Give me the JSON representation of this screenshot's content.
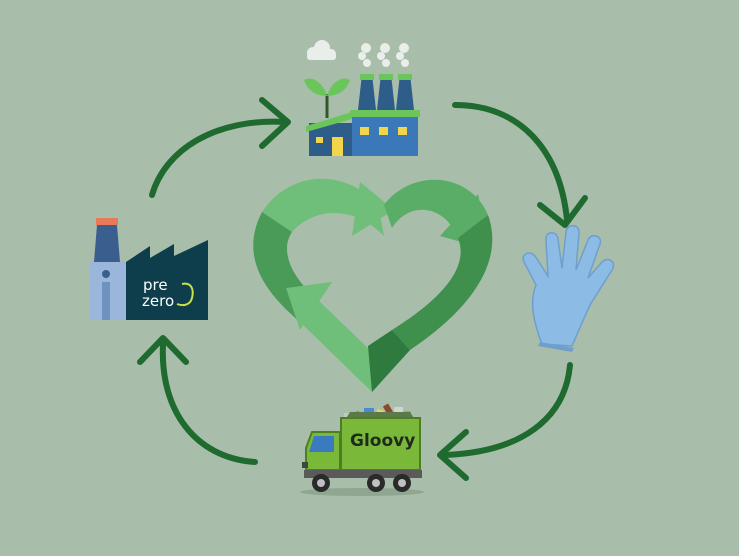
{
  "diagram": {
    "background_color": "#a9bdab",
    "arrow_color": "#1f6a2e",
    "recycle_heart_colors": [
      "#6fbf7a",
      "#4a9a58",
      "#2f7a3e"
    ],
    "nodes": [
      {
        "id": "green-factory",
        "icon": "eco-factory-icon"
      },
      {
        "id": "glove",
        "icon": "glove-icon"
      },
      {
        "id": "truck",
        "icon": "garbage-truck-icon",
        "text": "Gloovy"
      },
      {
        "id": "prezero-plant",
        "icon": "recycling-plant-icon",
        "logo_line1": "pre",
        "logo_line2": "zero"
      }
    ],
    "center_icon": "recycle-heart-icon"
  }
}
